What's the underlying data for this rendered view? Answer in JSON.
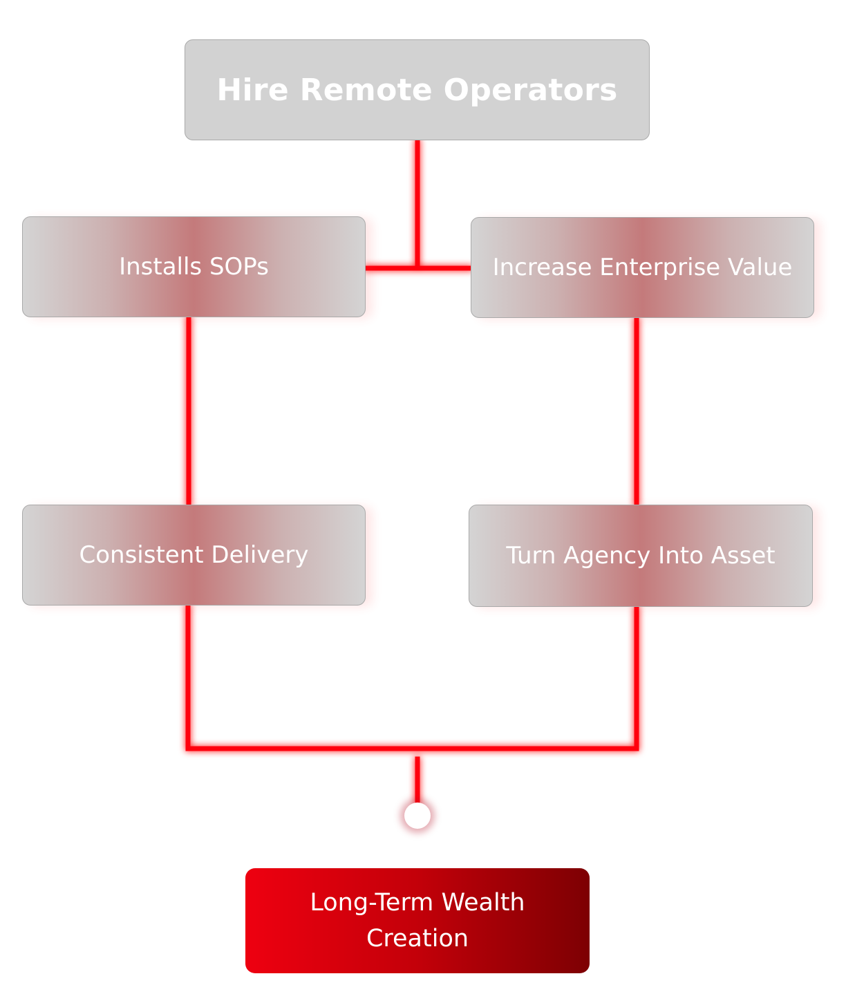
{
  "title": "Hire Remote Operators",
  "nodes": {
    "installs_sops": "Installs SOPs",
    "increase_enterprise_value": "Increase Enterprise Value",
    "consistent_delivery": "Consistent Delivery",
    "turn_agency_into_asset": "Turn Agency Into Asset"
  },
  "final": {
    "line1": "Long-Term Wealth",
    "line2": "Creation"
  },
  "colors": {
    "connector": "#ff0010",
    "top_box": "#d2d2d2",
    "final_gradient_start": "#ee0010",
    "final_gradient_end": "#7d0003"
  }
}
